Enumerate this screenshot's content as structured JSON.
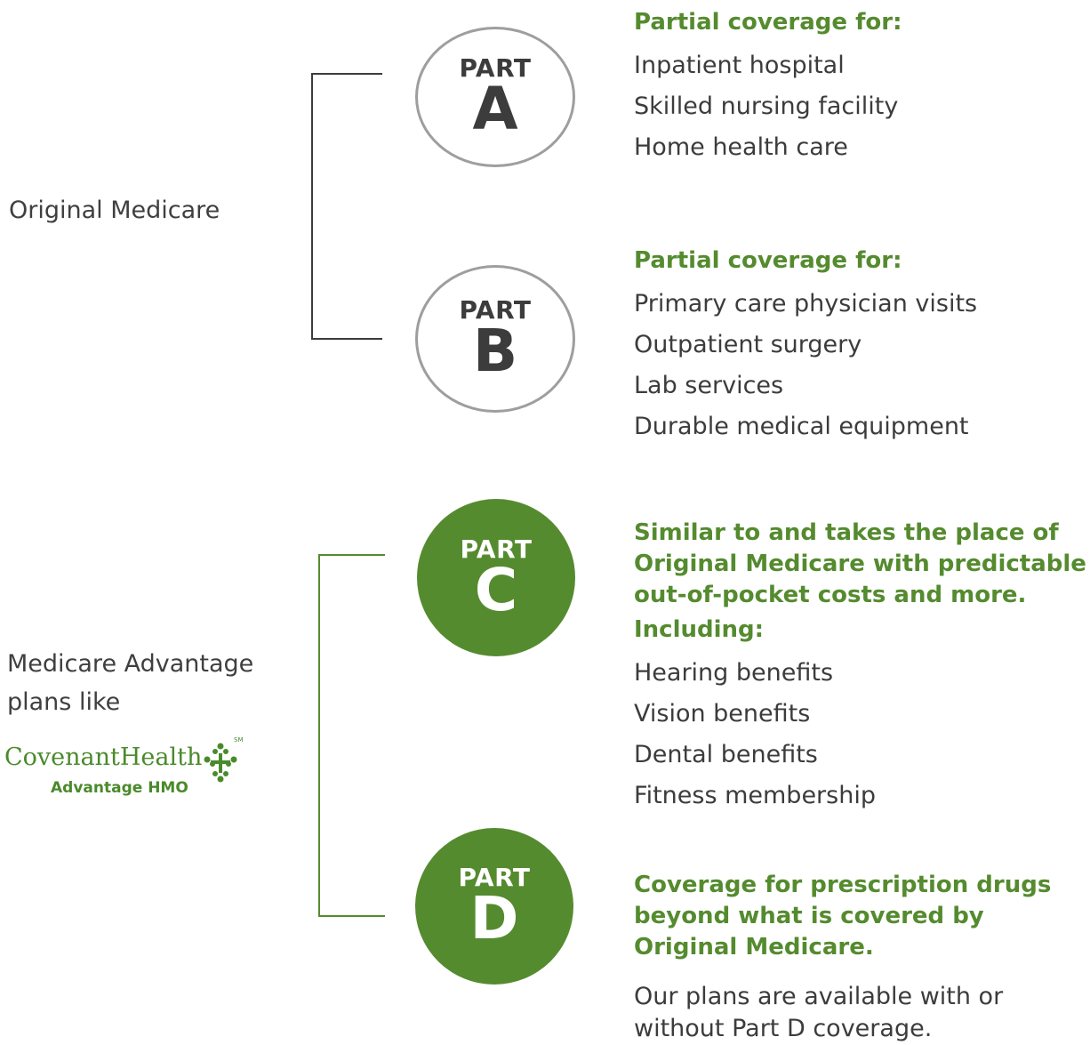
{
  "groups": {
    "original": {
      "label": "Original Medicare"
    },
    "advantage": {
      "label_line1": "Medicare Advantage",
      "label_line2": "plans like",
      "logo": {
        "name": "CovenantHealth",
        "subtitle": "Advantage HMO",
        "mark": "SM"
      }
    }
  },
  "parts": [
    {
      "word": "PART",
      "letter": "A",
      "style": "outline",
      "heading": "Partial coverage for:",
      "items": [
        "Inpatient hospital",
        "Skilled nursing facility",
        "Home health care"
      ]
    },
    {
      "word": "PART",
      "letter": "B",
      "style": "outline",
      "heading": "Partial coverage for:",
      "items": [
        "Primary care physician visits",
        "Outpatient surgery",
        "Lab services",
        "Durable medical equipment"
      ]
    },
    {
      "word": "PART",
      "letter": "C",
      "style": "filled",
      "heading_lines": [
        "Similar to and takes the place of",
        "Original Medicare with predictable",
        "out-of-pocket costs and more."
      ],
      "subheading": "Including:",
      "items": [
        "Hearing benefits",
        "Vision benefits",
        "Dental benefits",
        "Fitness membership"
      ]
    },
    {
      "word": "PART",
      "letter": "D",
      "style": "filled",
      "heading_lines": [
        "Coverage for prescription drugs",
        "beyond what is covered by",
        "Original Medicare."
      ],
      "note_lines": [
        "Our plans are available with or",
        "without Part D coverage."
      ]
    }
  ],
  "colors": {
    "green": "#558b2f",
    "outline_gray": "#9e9e9e",
    "text": "#3c3c3c",
    "bracket_original": "#3c3c3c",
    "bracket_advantage": "#558b2f"
  }
}
